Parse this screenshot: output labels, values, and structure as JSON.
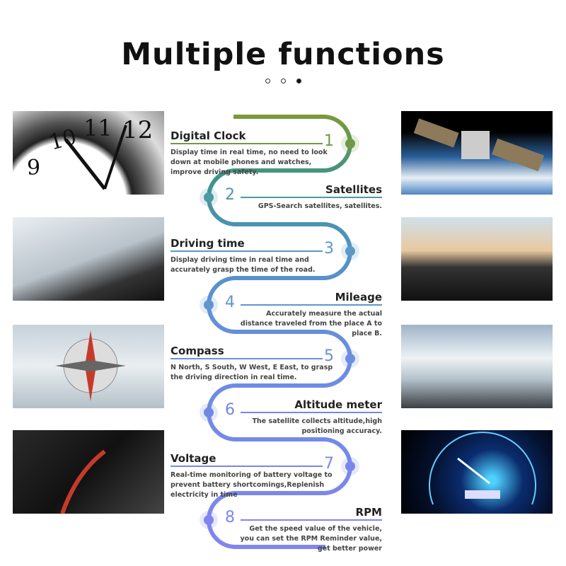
{
  "title": "Multiple functions",
  "features": [
    {
      "num": "1",
      "title": "Digital Clock",
      "desc": "Display time in real time, no need to look down at mobile phones and watches, improve driving safety.",
      "color": "#6f9a45",
      "image": "wall-clock"
    },
    {
      "num": "2",
      "title": "Satellites",
      "desc": "GPS-Search satellites, satellites.",
      "color": "#4b9aa5",
      "image": "satellite-over-earth"
    },
    {
      "num": "3",
      "title": "Driving time",
      "desc": "Display driving time in real time and accurately grasp the time of the road.",
      "color": "#5b9ac8",
      "image": "hand-on-steering-wheel"
    },
    {
      "num": "4",
      "title": "Mileage",
      "desc": "Accurately measure the actual distance traveled from the place A to place B.",
      "color": "#5f95d0",
      "image": "driving-on-highway"
    },
    {
      "num": "5",
      "title": "Compass",
      "desc": "N North, S South, W West, E East, to grasp the driving direction in real time.",
      "color": "#6b8ee0",
      "image": "compass-on-map"
    },
    {
      "num": "6",
      "title": "Altitude meter",
      "desc": "The satellite collects altitude,high positioning accuracy.",
      "color": "#7189e6",
      "image": "snowy-mountain-road"
    },
    {
      "num": "7",
      "title": "Voltage",
      "desc": "Real-time monitoring of battery voltage to prevent battery shortcomings,Replenish electricity in time",
      "color": "#7a86ea",
      "image": "car-battery-clamps"
    },
    {
      "num": "8",
      "title": "RPM",
      "desc": "Get the speed value of the vehicle, you can set the RPM Reminder value, get better power",
      "color": "#8085ee",
      "image": "speedometer"
    }
  ]
}
